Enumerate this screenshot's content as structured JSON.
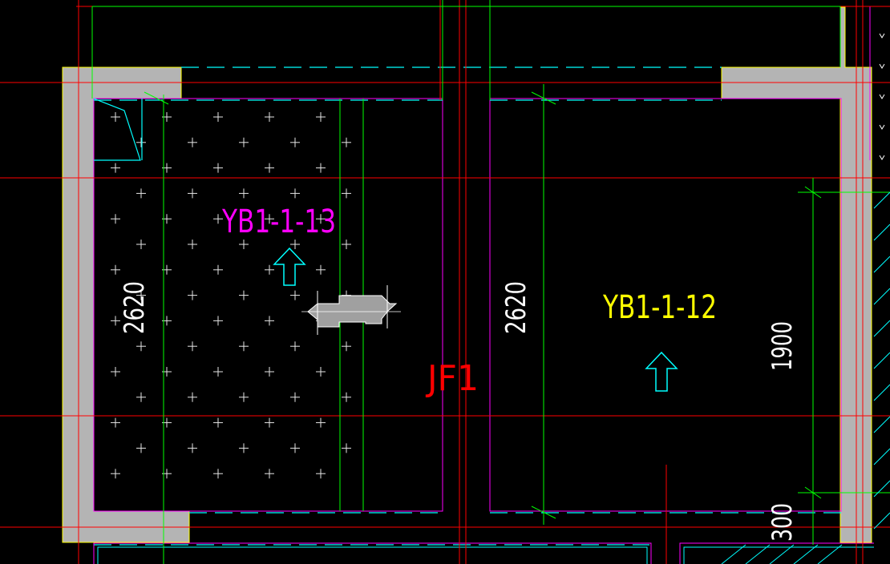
{
  "drawing": {
    "labels": {
      "slab_left": "YB1-1-13",
      "slab_right": "YB1-1-12",
      "beam": "JF1",
      "dim_left": "2620",
      "dim_mid": "2620",
      "dim_right": "1900",
      "dim_bottom": "300"
    },
    "colors": {
      "background": "#000000",
      "axis": "#ff0000",
      "beam_line": "#00ff00",
      "wall": "#b4b4b4",
      "cyan": "#00ffff",
      "magenta": "#ff00ff",
      "yellow": "#ffff00",
      "white": "#ffffff"
    }
  }
}
